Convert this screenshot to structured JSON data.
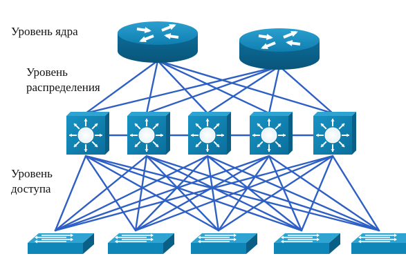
{
  "labels": {
    "core": "Уровень ядра",
    "distribution_line1": "Уровень",
    "distribution_line2": "распределения",
    "access_line1": "Уровень",
    "access_line2": "доступа"
  },
  "colors": {
    "link": "#2d5fc4",
    "device_fill": "#0f86b8",
    "device_dark": "#0a5f86",
    "device_light": "#2fa3d1",
    "icon": "#ffffff"
  },
  "devices": {
    "core_routers": [
      "core-router-1",
      "core-router-2"
    ],
    "distribution_switches": [
      "dist-switch-1",
      "dist-switch-2",
      "dist-switch-3",
      "dist-switch-4",
      "dist-switch-5"
    ],
    "access_switches": [
      "access-switch-1",
      "access-switch-2",
      "access-switch-3",
      "access-switch-4",
      "access-switch-5"
    ]
  },
  "icons": {
    "router": "router-icon",
    "multilayer_switch": "multilayer-switch-icon",
    "workgroup_switch": "workgroup-switch-icon"
  }
}
